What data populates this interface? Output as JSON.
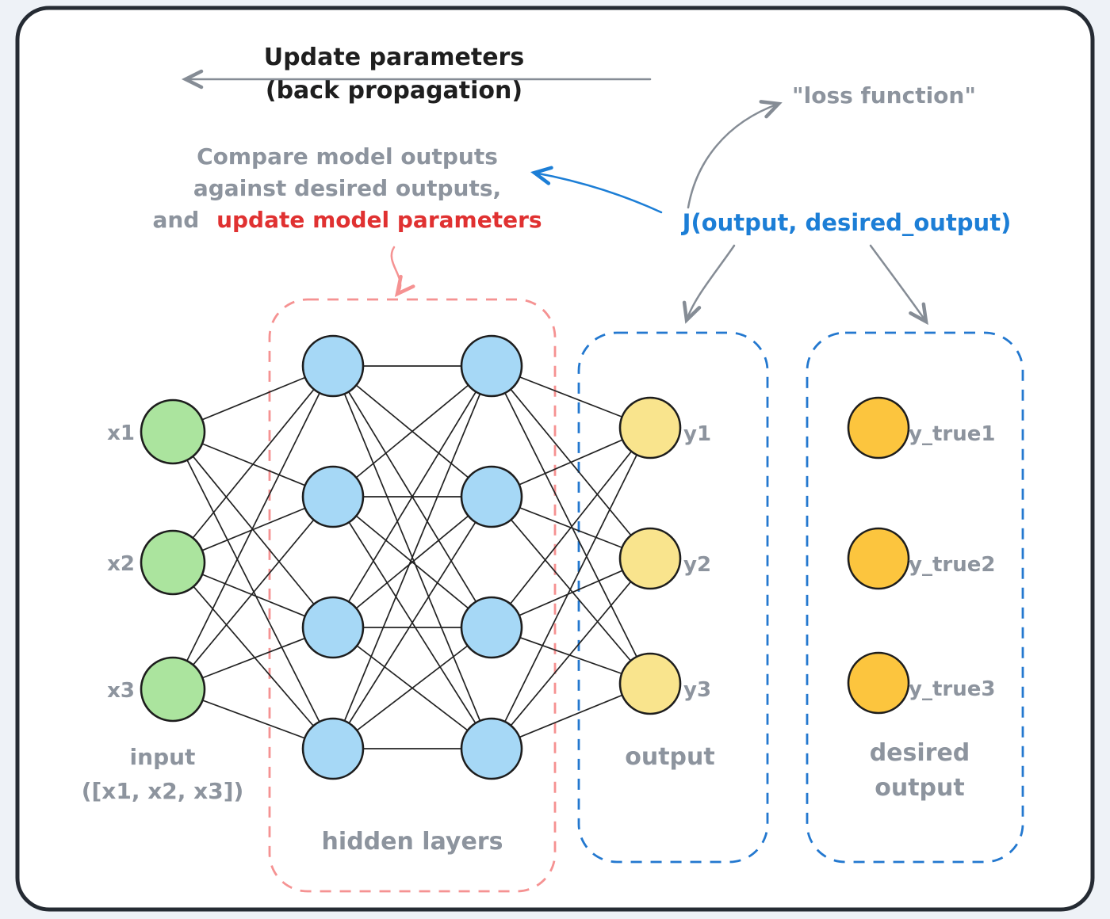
{
  "colors": {
    "background": "#eef2f7",
    "card_border": "#252b33",
    "node_stroke": "#1d1d1d",
    "input_node": "#abe49e",
    "hidden_node": "#a6d8f6",
    "output_node": "#f9e48d",
    "desired_node": "#fcc53e",
    "hidden_box": "#f59292",
    "output_box": "#2378cf",
    "text_black": "#1e1e1e",
    "text_gray": "#8d949e",
    "text_red": "#e03131",
    "text_blue": "#1c7ed6",
    "arrow_gray": "#858c95",
    "edge": "#222222"
  },
  "back_propagation": {
    "title": "Update parameters",
    "subtitle": "(back propagation)"
  },
  "compare_note": {
    "line1": "Compare model outputs",
    "line2": "against desired outputs,",
    "line3_prefix": "and",
    "line3_highlight": "update model parameters"
  },
  "loss": {
    "label": "\"loss function\"",
    "formula": "J(output, desired_output)"
  },
  "input_layer": {
    "node_labels": [
      "x1",
      "x2",
      "x3"
    ],
    "caption_line1": "input",
    "caption_line2": "([x1, x2, x3])"
  },
  "hidden_layers": {
    "caption": "hidden layers"
  },
  "output_layer": {
    "node_labels": [
      "y1",
      "y2",
      "y3"
    ],
    "caption": "output"
  },
  "desired_output_layer": {
    "node_labels": [
      "y_true1",
      "y_true2",
      "y_true3"
    ],
    "caption_line1": "desired",
    "caption_line2": "output"
  }
}
